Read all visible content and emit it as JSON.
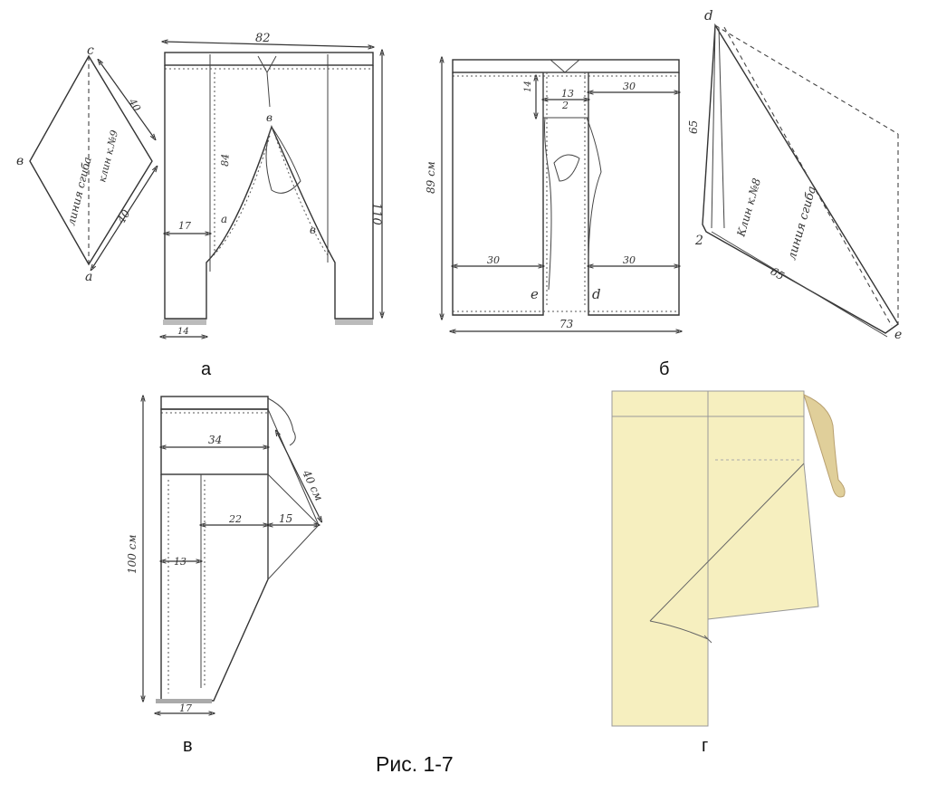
{
  "caption": "Рис. 1-7",
  "panels": {
    "a": {
      "label": "а",
      "gusset": {
        "pt_c": "с",
        "pt_b": "в",
        "pt_a": "а",
        "fold_line": "линия сгиба",
        "gusset_no": "клин к.№9",
        "side_top": "40",
        "side_bottom": "40"
      },
      "width": "82",
      "height": "110",
      "inner": "84",
      "side": "17",
      "hem": "14",
      "pt_top": "в",
      "pt_left": "а",
      "pt_right": "в"
    },
    "b": {
      "label": "б",
      "height": "89 см",
      "waist_depth": "14",
      "waist_width": "13",
      "top_right": "30",
      "bottom_left": "30",
      "bottom_right": "30",
      "width": "73",
      "pt_inner": "2",
      "pt_e": "е",
      "pt_d": "d"
    },
    "v": {
      "label": "в",
      "height": "100 см",
      "waist": "34",
      "tie": "40 см",
      "mid": "22",
      "flap": "15",
      "side": "13",
      "hem": "17"
    },
    "g": {
      "label": "г"
    },
    "gusset8": {
      "pt_d": "d",
      "pt_z": "2",
      "pt_e": "e",
      "side": "65",
      "bottom": "65",
      "gusset_no": "Клин к.№8",
      "fold_line": "линия сгиба"
    }
  }
}
